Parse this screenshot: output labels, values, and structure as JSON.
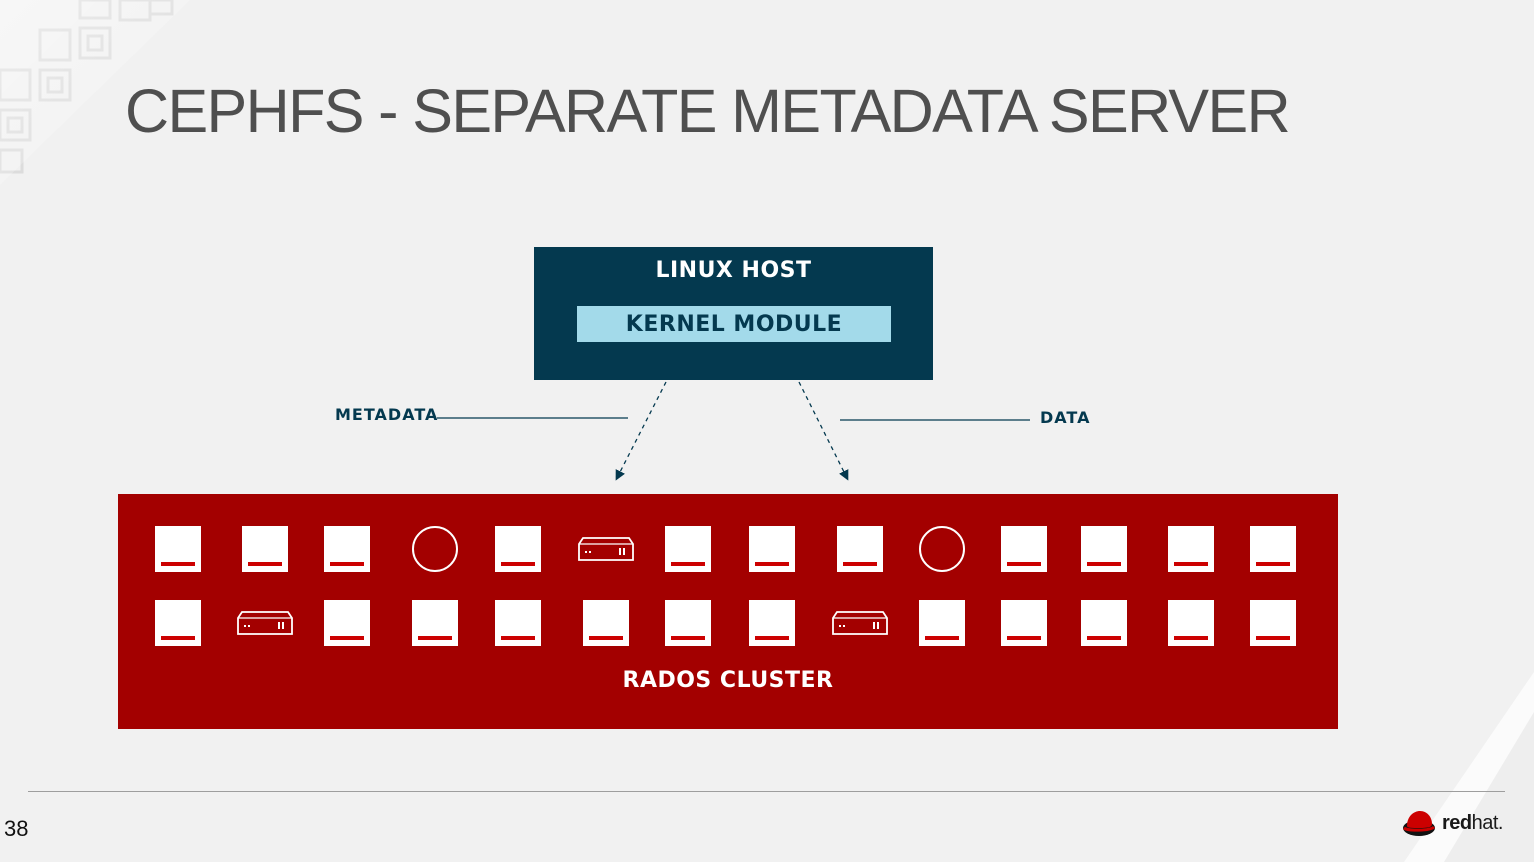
{
  "slide": {
    "title": "CEPHFS - SEPARATE METADATA SERVER",
    "page_number": "38"
  },
  "host": {
    "label": "LINUX HOST",
    "module_label": "KERNEL MODULE"
  },
  "connections": {
    "metadata_label": "METADATA",
    "data_label": "DATA"
  },
  "cluster": {
    "label": "RADOS CLUSTER",
    "rows": [
      [
        "osd",
        "osd",
        "osd",
        "mon",
        "osd",
        "server",
        "osd",
        "osd",
        "osd",
        "mon",
        "osd",
        "osd",
        "osd",
        "osd"
      ],
      [
        "osd",
        "server",
        "osd",
        "osd",
        "osd",
        "osd",
        "osd",
        "osd",
        "server",
        "osd",
        "osd",
        "osd",
        "osd",
        "osd"
      ]
    ]
  },
  "brand": {
    "logo_text_bold": "red",
    "logo_text_light": "hat."
  },
  "colors": {
    "host_box": "#04394f",
    "kernel_box": "#a3daea",
    "cluster": "#a30000",
    "osd_bar": "#cc0000",
    "title": "#4f4f4f"
  }
}
